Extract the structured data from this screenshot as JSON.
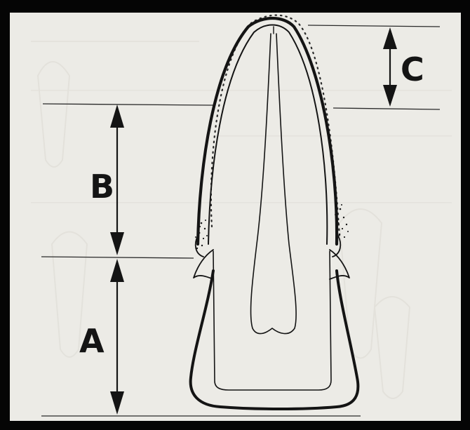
{
  "diagram": {
    "labels": {
      "a": "A",
      "b": "B",
      "c": "C"
    }
  },
  "colors": {
    "frame": "#050505",
    "paper": "#ecebe6",
    "ink": "#141414",
    "bleed_through": "#d7d5cf"
  }
}
